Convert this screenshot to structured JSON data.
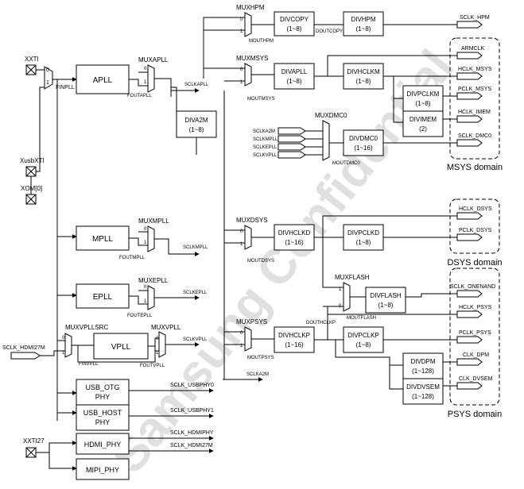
{
  "inputs": {
    "xxti": "XXTI",
    "xusbxti": "XusbXTI",
    "xom": "XOM[0]",
    "xxti27": "XXTI27",
    "sclk_hdmi27m_in": "SCLK_HDMI27M",
    "fin_pll": "FINPLL",
    "fin_vpll": "FINVPLL"
  },
  "plls": {
    "apll": "APLL",
    "mpll": "MPLL",
    "epll": "EPLL",
    "vpll": "VPLL",
    "usb_otg": [
      "USB_OTG",
      "PHY"
    ],
    "usb_host": [
      "USB_HOST",
      "PHY"
    ],
    "hdmi_phy": "HDMI_PHY",
    "mipi_phy": "MIPI_PHY"
  },
  "muxes": {
    "apll": "MUXAPLL",
    "mpll": "MUXMPLL",
    "epll": "MUXEPLL",
    "vpllsrc": "MUXVPLLSRC",
    "vpll": "MUXVPLL",
    "hpm": "MUXHPM",
    "msys": "MUXMSYS",
    "dsys": "MUXDSYS",
    "psys": "MUXPSYS",
    "flash": "MUXFLASH",
    "dmc0": "MUXDMC0"
  },
  "mux_outputs": {
    "fout_apll": "FOUTAPLL",
    "fout_mpll": "FOUTMPLL",
    "fout_epll": "FOUTEPLL",
    "fout_vpll": "FOUTVPLL",
    "mout_hpm": "MOUTHPM",
    "mout_msys": "MOUTMSYS",
    "mout_dsys": "MOUTDSYS",
    "mout_psys": "MOUTPSYS",
    "mout_flash": "MOUTFLASH",
    "mout_dmc0": "MOUTDMC0",
    "dout_copy": "DOUTCOPY",
    "dout_hclkp": "DOUTHCLKP"
  },
  "dividers": {
    "copy": [
      "DIVCOPY",
      "(1~8)"
    ],
    "hpm": [
      "DIVHPM",
      "(1~8)"
    ],
    "apll": [
      "DIVAPLL",
      "(1~8)"
    ],
    "a2m": [
      "DIVA2M",
      "(1~8)"
    ],
    "hclkm": [
      "DIVHCLKM",
      "(1~8)"
    ],
    "pclkm": [
      "DIVPCLKM",
      "(1~8)"
    ],
    "imem": [
      "DIVIMEM",
      "(2)"
    ],
    "dmc0": [
      "DIVDMC0",
      "(1~16)"
    ],
    "hclkd": [
      "DIVHCLKD",
      "(1~16)"
    ],
    "pclkd": [
      "DIVPCLKD",
      "(1~8)"
    ],
    "flash": [
      "DIVFLASH",
      "(1~8)"
    ],
    "hclkp": [
      "DIVHCLKP",
      "(1~16)"
    ],
    "pclkp": [
      "DIVPCLKP",
      "(1~8)"
    ],
    "dpm": [
      "DIVDPM",
      "(1~128)"
    ],
    "dvsem": [
      "DIVDVSEM",
      "(1~128)"
    ]
  },
  "sclk": {
    "apll": "SCLKAPLL",
    "mpll": "SCLKMPLL",
    "epll": "SCLKEPLL",
    "vpll": "SCLKVPLL",
    "a2m": "SCLKA2M",
    "dmc_a2m": "SCLKA2M",
    "dmc_mpll": "SCLKMPLL",
    "dmc_epll": "SCLKEPLL",
    "dmc_vpll": "SCLKVPLL",
    "hpm": "SCLK_HPM",
    "usbphy0": "SCLK_USBPHY0",
    "usbphy1": "SCLK_USBPHY1",
    "hdmiphy": "SCLK_HDMIPHY",
    "hdmi27m": "SCLK_HDMI27M"
  },
  "msys_outputs": [
    "ARMCLK",
    "HCLK_MSYS",
    "PCLK_MSYS",
    "HCLK_IMEM",
    "SCLK_DMC0"
  ],
  "dsys_outputs": [
    "HCLK_DSYS",
    "PCLK_DSYS"
  ],
  "psys_outputs": [
    "SCLK_ONENAND",
    "HCLK_PSYS",
    "PCLK_PSYS",
    "CLK_DPM",
    "CLK_DVSEM"
  ],
  "domains": {
    "msys": "MSYS domain",
    "dsys": "DSYS domain",
    "psys": "PSYS domain"
  },
  "watermark": "Samsung Confidential"
}
